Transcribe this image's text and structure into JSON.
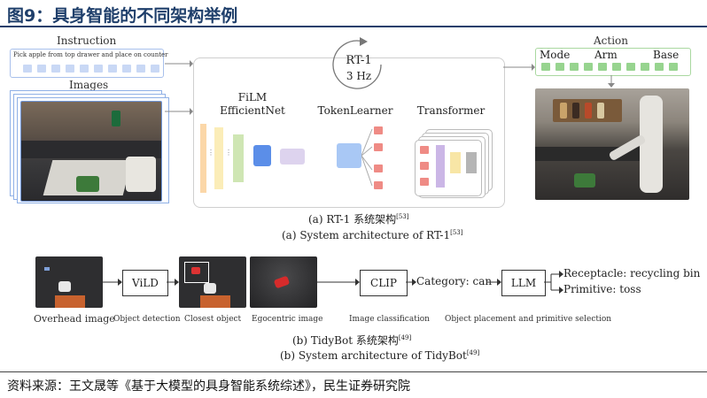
{
  "page_title": "图9：具身智能的不同架构举例",
  "rt1": {
    "instruction_label": "Instruction",
    "instruction_text": "Pick apple from top drawer and place on counter",
    "images_label": "Images",
    "model_name": "RT-1",
    "model_rate": "3 Hz",
    "film_label_1": "FiLM",
    "film_label_2": "EfficientNet",
    "tokenlearner_label": "TokenLearner",
    "transformer_label": "Transformer",
    "action_label": "Action",
    "action_mode": "Mode",
    "action_arm": "Arm",
    "action_base": "Base",
    "caption_zh": "(a) RT-1 系统架构",
    "caption_zh_ref": "[53]",
    "caption_en": "(a) System architecture of RT-1",
    "caption_en_ref": "[53]"
  },
  "tidybot": {
    "overhead_label": "Overhead image",
    "vild_label": "ViLD",
    "object_detection_label": "Object detection",
    "closest_object_label": "Closest object",
    "egocentric_label": "Egocentric image",
    "clip_label": "CLIP",
    "image_classification_label": "Image classification",
    "category_label": "Category: can",
    "llm_label": "LLM",
    "object_placement_label": "Object placement and primitive selection",
    "receptacle_label": "Receptacle: recycling bin",
    "primitive_label": "Primitive: toss",
    "caption_zh": "(b) TidyBot 系统架构",
    "caption_zh_ref": "[49]",
    "caption_en": "(b) System architecture of TidyBot",
    "caption_en_ref": "[49]"
  },
  "source_text": "资料来源：王文晟等《基于大模型的具身智能系统综述》，民生证券研究院",
  "colors": {
    "title": "#1f3f6b",
    "token_light_blue": "#c9d8f5",
    "film_orange": "#fbd7a8",
    "film_yellow": "#fbedb8",
    "film_green": "#cfe6b4",
    "film_blue": "#5b8ee8",
    "film_lavender": "#ddd3ee",
    "token_blue": "#a9c8f5",
    "token_red": "#ef8b85",
    "action_green": "#97d48f"
  }
}
